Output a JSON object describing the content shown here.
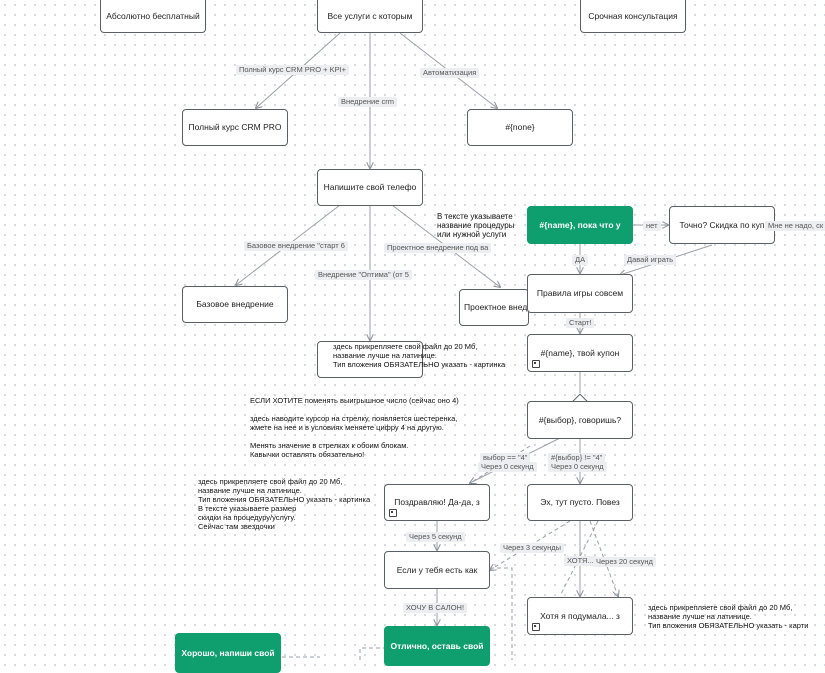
{
  "nodes": {
    "absolutely_free": "Абсолютно бесплатный",
    "all_services": "Все услуги с которым",
    "urgent_consult": "Срочная консультация",
    "crm_course": "Полный курс CRM PRO",
    "none_var": "#{none}",
    "write_phone": "Напишите свой телефо",
    "basic_impl": "Базовое внедрение",
    "project_impl": "Проектное внедр",
    "name_bye": "#{name}, пока что у",
    "sure_discount": "Точно? Скидка по куп",
    "game_rules": "Правила игры совсем",
    "name_coupon": "#{name}, твой купон",
    "choice_say": "#{выбор}, говоришь?",
    "congrats": "Поздравляю! Да-да, з",
    "empty_again": "Эх, тут пусто. Повез",
    "if_you_have": "Если у тебя есть как",
    "although_thought": "Хотя я подумала... з",
    "great_leave": "Отлично, оставь свой",
    "good_write": "Хорошо, напиши свой"
  },
  "edge_labels": {
    "crm_kpi": "Полный курс CRM PRO + KPI+",
    "implementation_crm": "Внедрение crm",
    "automation": "Автоматизация",
    "basic_start": "Базовое внедрение \"старт 6",
    "optima": "Внедрение \"Оптима\" (от 5",
    "project_pod": "Проектное внедрение под ва",
    "no": "нет",
    "dont_need": "Мне не надо, ск",
    "yes": "ДА",
    "lets_play": "Давай играть",
    "start": "Старт!",
    "choice_eq": "выбор == \"4\"",
    "after0_a": "Через 0 секунд",
    "choice_neq": "#{выбор} != \"4\"",
    "after0_b": "Через 0 секунд",
    "after5": "Через 5 секунд",
    "after3": "Через 3 секунды",
    "want_salon": "ХОЧУ В САЛОН!",
    "want": "ХОТЯ...",
    "after20": "Через 20 секунд"
  },
  "notes": {
    "text_procedure": "В тексте указываете\nназвание процедуры\nили нужной услуги",
    "attach_file_1": "здесь прикрепляете свой файл до 20 Мб,\nназвание лучше на латинице.\nТип вложения ОБЯЗАТЕЛЬНО указать - картинка",
    "change_number": "ЕСЛИ ХОТИТЕ поменять выигрышное число (сейчас оно 4)\n\nздесь наводите курсор на стрелку, появляется шестеренка,\nжмете на нее и в условиях меняете цифру 4 на другую.\n\nМенять значение в стрелках к обоим блокам.\nКавычки оставлять обязательно!",
    "attach_file_2": "здесь прикрепляете свой файл до 20 Мб,\nназвание лучше на латинице.\nТип вложения ОБЯЗАТЕЛЬНО указать - картинка\nВ тексте указываете размер\nскидки на процедуру/услугу.\nСейчас там звездочки",
    "attach_file_3": "здесь прикрепляете свой файл до 20 Мб,\nназвание лучше на латинице.\nТип вложения ОБЯЗАТЕЛЬНО указать - карти"
  }
}
